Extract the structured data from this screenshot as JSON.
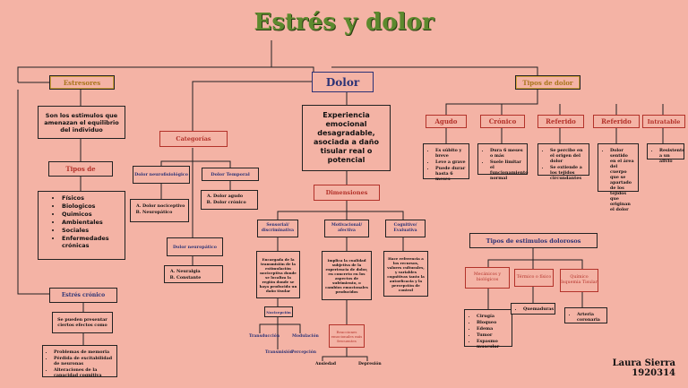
{
  "title": "Estrés y dolor",
  "estresores": {
    "label": "Estresores",
    "definition": "Son los estimulos que amenazan el equilibrio del individuo",
    "tipos_label": "Tipos de",
    "tipos": [
      "Físicos",
      "Biologicos",
      "Quimicos",
      "Ambientales",
      "Sociales",
      "Enfermedades crónicas"
    ],
    "cronico_label": "Estrés crónico",
    "cronico_desc": "Se pueden presentar ciertos efectos como",
    "efectos": [
      "Problemas de memoria",
      "Pérdida de excitabilidad de neuronas",
      "Alteraciones de la capacidad cognitiva"
    ]
  },
  "dolor": {
    "label": "Dolor",
    "definition": "Experiencia emocional desagradable, asociada a daño tisular real o potencial",
    "categorias_label": "Categorías",
    "neuro_label": "Dolor neurofisiológico",
    "neuro_items": [
      "Dolor nociceptivo",
      "Neuropático"
    ],
    "temporal_label": "Dolor Temporal",
    "temporal_items": [
      "Dolor agudo",
      "Dolor crónico"
    ],
    "neuropatico_label": "Dolor neuropático",
    "neuropatico_items": [
      "Neuralgia",
      "Constante"
    ],
    "dimensiones_label": "Dimensiones",
    "dim1": "Sensorial/ discriminativa",
    "dim1_desc": "Encargada de la transmisión de la estimulación nociceptiva donde se localiza la región donde se haya producido un daño tisular",
    "dim2": "Motivacional/ afectiva",
    "dim2_desc": "Implica la cualidad subjetiva de la experiencia de dolor, en concreto en los aspectos de sufrimiento, o cambios emocionales producidos",
    "dim3": "Cognitivo/ Evaluativa",
    "dim3_desc": "Hace referencia a los recursos, valores culturales, y variables cognitivas tanto la autoeficacia y la percepción de control",
    "nocicepcion": "Nocicepción",
    "noci_steps": [
      "Transducción",
      "Modulación",
      "Transmisión",
      "Percepción"
    ],
    "reacciones": "Reacciones emocionales más frecuentes",
    "reacciones_items": [
      "Ansiedad",
      "Depresión"
    ]
  },
  "tipos_dolor": {
    "label": "Tipos de dolor",
    "types": [
      "Agudo",
      "Crónico",
      "Referido",
      "Referido",
      "Intratable"
    ],
    "agudo": [
      "Es súbito y breve",
      "Leve a grave",
      "Puede durar hasta 6 meses"
    ],
    "cronico": [
      "Dura 6 meses o más",
      "Suele limitar el funcionamiento normal"
    ],
    "rebote": [
      "Se percibe en el origen del dolor",
      "Se extiende a los tejidos circundantes"
    ],
    "referido": [
      "Dolor sentido en el área del cuerpo que se apartado de los tejidos que originan el dolor"
    ],
    "intratable": [
      "Resistente a un alivio"
    ]
  },
  "estimulos": {
    "label": "Tipos de estimulos dolorosos",
    "mec": "Mecánicos y biológicos",
    "mec_items": [
      "Cirugía",
      "Bloqueo",
      "Edema",
      "Tumor",
      "Espasmo muscular"
    ],
    "ter": "Térmico o físico",
    "ter_items": [
      "Quemaduras"
    ],
    "qui": "Químico Isquemia Tisular",
    "qui_items": [
      "Arteria coronaria"
    ]
  },
  "author": {
    "name": "Laura Sierra",
    "code": "1920314"
  }
}
